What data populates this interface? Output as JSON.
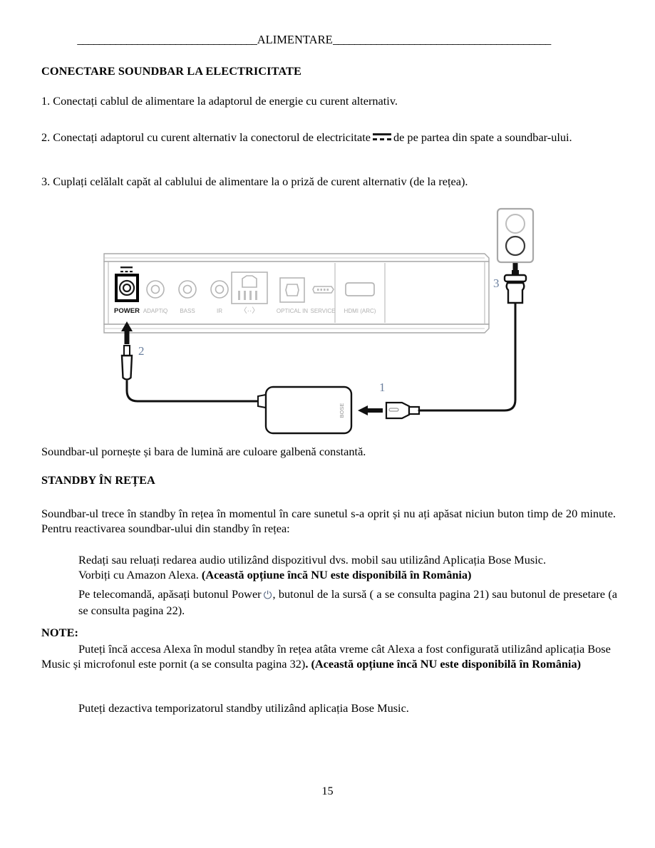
{
  "document": {
    "header_title": "ALIMENTARE",
    "header_rule_left": "_________________________________",
    "header_rule_right": "________________________________________",
    "page_number": "15"
  },
  "sections": {
    "heading_1": "CONECTARE SOUNDBAR LA ELECTRICITATE",
    "step_1": "1. Conectați cablul de alimentare la adaptorul de energie cu curent alternativ.",
    "step_2_before": "2. Conectați adaptorul cu curent alternativ la conectorul de electricitate",
    "step_2_after": "de pe partea din spate a soundbar-ului.",
    "step_3": "3. Cuplați celălalt capăt al cablului de alimentare la o priză de curent alternativ (de la rețea).",
    "after_figure": "Soundbar-ul pornește și bara de lumină are culoare galbenă constantă.",
    "heading_2": "STANDBY ÎN REȚEA",
    "standby_intro": "Soundbar-ul trece în standby în rețea în momentul în care sunetul s-a oprit și nu ați apăsat niciun buton timp de 20 minute. Pentru reactivarea soundbar-ului din standby în rețea:",
    "bullet_1": "Redați sau reluați redarea audio utilizând dispozitivul dvs. mobil sau utilizând Aplicația Bose Music.",
    "bullet_2_plain": "Vorbiți cu Amazon Alexa.",
    "bullet_2_bold": "(Această opțiune încă NU este disponibilă în România)",
    "bullet_3_before": "Pe telecomandă, apăsați butonul Power",
    "bullet_3_after": ", butonul de la sursă ( a se consulta pagina 21) sau butonul de presetare (a se consulta pagina 22).",
    "note_label": "NOTE:",
    "note_1_plain": "Puteți încă accesa Alexa în modul standby în rețea atâta vreme cât Alexa a fost configurată utilizând aplicația Bose Music și microfonul este pornit (a se consulta pagina 32)",
    "note_1_bold": ". (Această opțiune încă NU este disponibilă în România)",
    "note_2": "Puteți dezactiva temporizatorul standby utilizând aplicația Bose Music."
  },
  "figure": {
    "callout_1": "1",
    "callout_2": "2",
    "callout_3": "3",
    "port_labels": [
      "POWER",
      "ADAPTiQ",
      "BASS",
      "IR",
      "‹··›",
      "OPTICAL IN",
      "SERVICE",
      "HDMI (ARC)"
    ],
    "adapter_brand": "BOSE"
  },
  "colors": {
    "text": "#000000",
    "callout": "#6a7f9e",
    "diagram_line": "#9a9a9a",
    "diagram_dark": "#1b1b1b",
    "power_glyph": "#5b6b86"
  }
}
